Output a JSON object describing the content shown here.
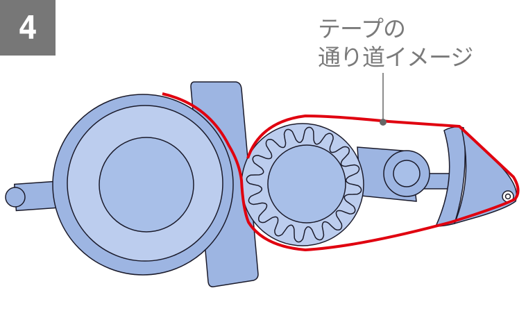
{
  "step_number": "4",
  "label": {
    "line1": "テープの",
    "line2": "通り道イメージ"
  },
  "colors": {
    "part_fill": "#9db5e2",
    "light_fill": "#bccdee",
    "outline": "#1a1a2a",
    "tape_path": "#e0000f",
    "badge": "#777777",
    "label_text": "#7a7a7a"
  }
}
